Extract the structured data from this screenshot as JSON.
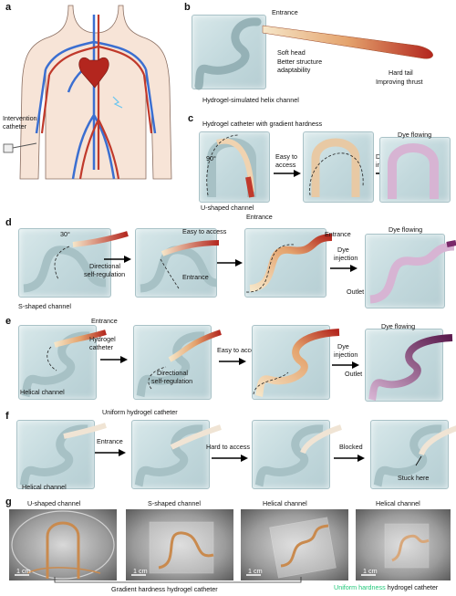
{
  "panels": {
    "a": {
      "letter": "a",
      "catheter_label_1": "Intervention",
      "catheter_label_2": "catheter"
    },
    "b": {
      "letter": "b",
      "entrance": "Entrance",
      "soft_head": "Soft head",
      "adapt": "Better structure",
      "adapt2": "adaptability",
      "hard_tail": "Hard tail",
      "thrust": "Improving thrust",
      "caption": "Hydrogel-simulated helix channel"
    },
    "c": {
      "letter": "c",
      "catheter_title": "Hydrogel catheter with gradient hardness",
      "angle": "90°",
      "easy": "Easy to",
      "access": "access",
      "dye": "Dye",
      "injection": "injection",
      "dye_flowing": "Dye flowing",
      "channel": "U-shaped channel",
      "entrance": "Entrance"
    },
    "d": {
      "letter": "d",
      "angle": "30°",
      "easy": "Easy to access",
      "entrance_1": "Entrance",
      "entrance_2": "Entrance",
      "dye": "Dye",
      "injection": "injection",
      "dye_flowing": "Dye flowing",
      "outlet": "Outlet",
      "directional": "Directional",
      "self_reg": "self-regulation",
      "channel": "S-shaped channel"
    },
    "e": {
      "letter": "e",
      "entrance": "Entrance",
      "hydrogel": "Hydrogel",
      "catheter": "catheter",
      "directional": "Directional",
      "self_reg": "self-regulation",
      "easy": "Easy to access",
      "dye": "Dye",
      "injection": "injection",
      "dye_flowing": "Dye flowing",
      "outlet": "Outlet",
      "channel": "Helical channel"
    },
    "f": {
      "letter": "f",
      "title": "Uniform hydrogel catheter",
      "entrance": "Entrance",
      "hard": "Hard to access",
      "blocked": "Blocked",
      "stuck": "Stuck here",
      "channel": "Helical channel"
    },
    "g": {
      "letter": "g",
      "titles": [
        "U-shaped channel",
        "S-shaped channel",
        "Helical channel",
        "Helical channel"
      ],
      "scale": "1 cm",
      "gradient_caption": "Gradient hardness hydrogel catheter",
      "uniform_hardness": "Uniform hardness",
      "uniform_rest": "hydrogel catheter"
    }
  },
  "colors": {
    "artery": "#c0392b",
    "vein": "#3b6fd1",
    "gradient_start": "#f6e6c8",
    "gradient_end": "#b3261e",
    "uniform_green": "#22c77a",
    "dye": "#c9a7c9"
  }
}
